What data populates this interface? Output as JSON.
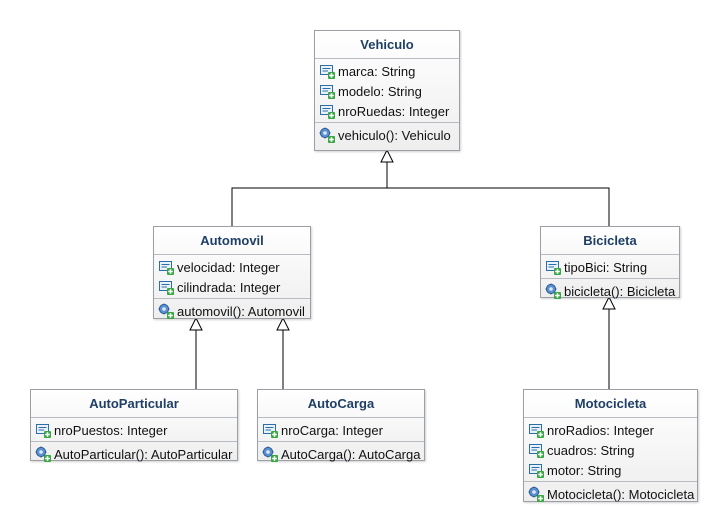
{
  "diagram": {
    "classes": {
      "vehiculo": {
        "name": "Vehiculo",
        "attributes": [
          "marca: String",
          "modelo: String",
          "nroRuedas: Integer"
        ],
        "operations": [
          "vehiculo(): Vehiculo"
        ]
      },
      "automovil": {
        "name": "Automovil",
        "attributes": [
          "velocidad: Integer",
          "cilindrada: Integer"
        ],
        "operations": [
          "automovil(): Automovil"
        ]
      },
      "bicicleta": {
        "name": "Bicicleta",
        "attributes": [
          "tipoBici: String"
        ],
        "operations": [
          "bicicleta(): Bicicleta"
        ]
      },
      "autoparticular": {
        "name": "AutoParticular",
        "attributes": [
          "nroPuestos: Integer"
        ],
        "operations": [
          "AutoParticular(): AutoParticular"
        ]
      },
      "autocarga": {
        "name": "AutoCarga",
        "attributes": [
          "nroCarga: Integer"
        ],
        "operations": [
          "AutoCarga(): AutoCarga"
        ]
      },
      "motocicleta": {
        "name": "Motocicleta",
        "attributes": [
          "nroRadios: Integer",
          "cuadros: String",
          "motor: String"
        ],
        "operations": [
          "Motocicleta(): Motocicleta"
        ]
      }
    },
    "generalizations": [
      {
        "child": "automovil",
        "parent": "vehiculo"
      },
      {
        "child": "bicicleta",
        "parent": "vehiculo"
      },
      {
        "child": "autoparticular",
        "parent": "automovil"
      },
      {
        "child": "autocarga",
        "parent": "automovil"
      },
      {
        "child": "motocicleta",
        "parent": "bicicleta"
      }
    ],
    "icons": {
      "attribute": "attribute-icon",
      "operation": "operation-icon"
    }
  }
}
